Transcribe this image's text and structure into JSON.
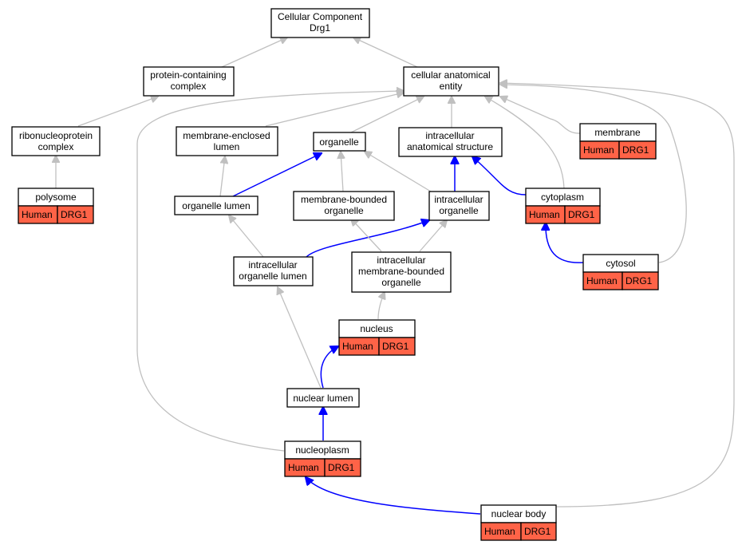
{
  "nodes": {
    "root": {
      "lines": [
        "Cellular Component",
        "Drg1"
      ]
    },
    "protein_complex": {
      "lines": [
        "protein-containing",
        "complex"
      ]
    },
    "cell_anat": {
      "lines": [
        "cellular anatomical",
        "entity"
      ]
    },
    "ribonucleo": {
      "lines": [
        "ribonucleoprotein",
        "complex"
      ]
    },
    "membrane_lumen": {
      "lines": [
        "membrane-enclosed",
        "lumen"
      ]
    },
    "organelle": {
      "lines": [
        "organelle"
      ]
    },
    "intracell_anat": {
      "lines": [
        "intracellular",
        "anatomical structure"
      ]
    },
    "membrane": {
      "lines": [
        "membrane"
      ],
      "tags": [
        "Human",
        "DRG1"
      ]
    },
    "polysome": {
      "lines": [
        "polysome"
      ],
      "tags": [
        "Human",
        "DRG1"
      ]
    },
    "organelle_lumen": {
      "lines": [
        "organelle lumen"
      ]
    },
    "membrane_bounded": {
      "lines": [
        "membrane-bounded",
        "organelle"
      ]
    },
    "intracell_organelle": {
      "lines": [
        "intracellular",
        "organelle"
      ]
    },
    "cytoplasm": {
      "lines": [
        "cytoplasm"
      ],
      "tags": [
        "Human",
        "DRG1"
      ]
    },
    "intracell_org_lumen": {
      "lines": [
        "intracellular",
        "organelle lumen"
      ]
    },
    "intracell_mem_bounded": {
      "lines": [
        "intracellular",
        "membrane-bounded",
        "organelle"
      ]
    },
    "cytosol": {
      "lines": [
        "cytosol"
      ],
      "tags": [
        "Human",
        "DRG1"
      ]
    },
    "nucleus": {
      "lines": [
        "nucleus"
      ],
      "tags": [
        "Human",
        "DRG1"
      ]
    },
    "nuclear_lumen": {
      "lines": [
        "nuclear lumen"
      ]
    },
    "nucleoplasm": {
      "lines": [
        "nucleoplasm"
      ],
      "tags": [
        "Human",
        "DRG1"
      ]
    },
    "nuclear_body": {
      "lines": [
        "nuclear body"
      ],
      "tags": [
        "Human",
        "DRG1"
      ]
    }
  },
  "colors": {
    "is_a_edge": "#c0c0c0",
    "part_of_edge": "#0000ff",
    "annotation_fill": "#ff6347",
    "node_fill": "#ffffff"
  }
}
